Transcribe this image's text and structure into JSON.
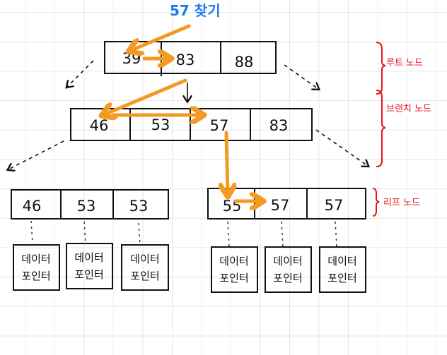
{
  "title": "57 찾기",
  "labels": {
    "root": "루트 노드",
    "branch": "브랜치 노드",
    "leaf": "리프 노드"
  },
  "root_keys": [
    "39",
    "83",
    "88"
  ],
  "branch_keys": [
    "46",
    "53",
    "57",
    "83"
  ],
  "leaf_left_keys": [
    "46",
    "53",
    "53"
  ],
  "leaf_right_keys": [
    "55",
    "57",
    "57"
  ],
  "data_pointer": {
    "line1": "데이터",
    "line2": "포인터"
  },
  "colors": {
    "search_path": "#f39a22",
    "label": "#e8141b",
    "title": "#1a7cf0",
    "stroke": "#111111"
  }
}
